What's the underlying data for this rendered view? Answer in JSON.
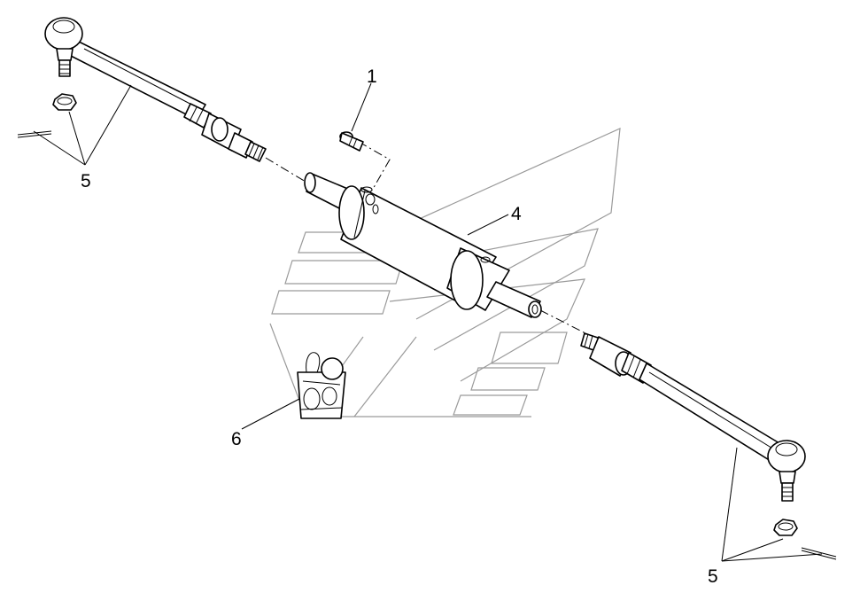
{
  "callouts": {
    "part_1": "1",
    "part_4": "4",
    "part_5_left": "5",
    "part_5_right": "5",
    "part_6": "6"
  },
  "colors": {
    "line": "#000000",
    "watermark": "#9a9a9a",
    "background": "#ffffff"
  }
}
